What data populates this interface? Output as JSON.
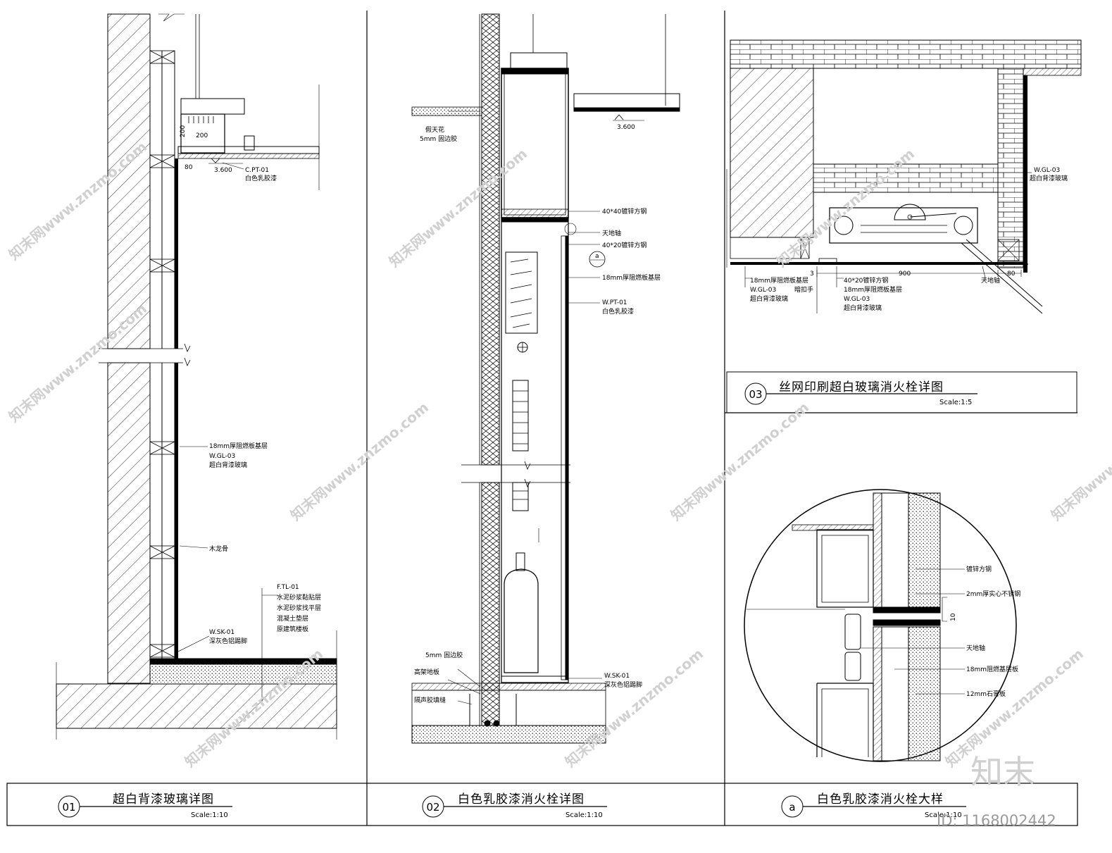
{
  "panel1": {
    "title": "超白背漆玻璃详图",
    "scale": "Scale:1:10",
    "number": "01",
    "labels": {
      "dim_200a": "200",
      "dim_200b": "200",
      "dim_80": "80",
      "level": "3.600",
      "ceiling_code": "C.PT-01",
      "ceiling_desc": "白色乳胶漆",
      "board": "18mm厚阻燃板基层",
      "glass_code": "W.GL-03",
      "glass_desc": "超白背漆玻璃",
      "keel": "木龙骨",
      "floor_code": "F.TL-01",
      "floor_1": "水泥砂浆黏贴层",
      "floor_2": "水泥砂浆找平层",
      "floor_3": "混凝土垫层",
      "floor_4": "原建筑楼板",
      "skirt_code": "W.SK-01",
      "skirt_desc": "深灰色铝踢脚"
    }
  },
  "panel2": {
    "title": "白色乳胶漆消火栓详图",
    "scale": "Scale:1:10",
    "number": "02",
    "labels": {
      "fake_ceiling": "假天花",
      "edge_glue": "5mm 固边胶",
      "level": "3.600",
      "steel_4040": "40*40镀锌方钢",
      "pivot": "天地轴",
      "steel_4020": "40*20镀锌方钢",
      "detail_mark": "a",
      "board": "18mm厚阻燃板基层",
      "paint_code": "W.PT-01",
      "paint_desc": "白色乳胶漆",
      "edge_glue_bottom": "5mm 固边胶",
      "raised_floor": "高架地板",
      "sound_seal": "隔声胶填缝",
      "skirt_code": "W.SK-01",
      "skirt_desc": "深灰色铝踢脚"
    }
  },
  "panel3": {
    "title": "丝网印刷超白玻璃消火栓详图",
    "scale": "Scale:1:5",
    "number": "03",
    "labels": {
      "glass_code_top": "W.GL-03",
      "glass_desc_top": "超白背漆玻璃",
      "dim_900": "900",
      "dim_80": "80",
      "dim_3": "3",
      "board_left": "18mm厚阻燃板基层",
      "glass_code_left": "W.GL-03",
      "glass_desc_left": "超白背漆玻璃",
      "hidden_handle": "暗扣手",
      "steel_4020": "40*20镀锌方钢",
      "board_mid": "18mm厚阻燃板基层",
      "glass_code_mid": "W.GL-03",
      "glass_desc_mid": "超白背漆玻璃",
      "pivot": "天地轴"
    }
  },
  "panelA": {
    "title": "白色乳胶漆消火栓大样",
    "scale": "Scale:1:10",
    "number": "a",
    "labels": {
      "steel": "镀锌方钢",
      "stainless": "2mm厚实心不锈钢",
      "dim": "10",
      "pivot": "天地轴",
      "board": "18mm阻燃基层板",
      "gypsum": "12mm石膏板"
    }
  },
  "watermark": {
    "text": "知末网www.znzmo.com",
    "corner_logo": "知末",
    "id": "ID: 1168002442"
  }
}
